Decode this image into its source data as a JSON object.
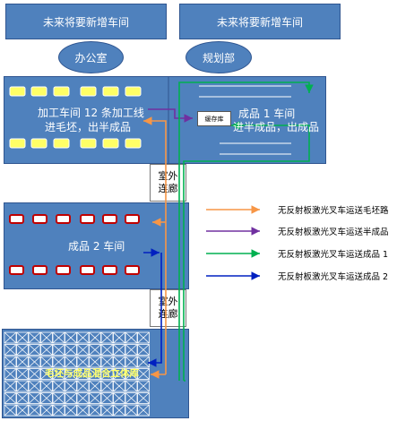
{
  "top": {
    "future_left": "未来将要新增车间",
    "future_right": "未来将要新增车间",
    "office": "办公室",
    "planning": "规划部"
  },
  "workshop1": {
    "line1": "加工车间 12 条加工线",
    "line2": "进毛坯，出半成品",
    "product_line1": "成品 1 车间",
    "product_line2": "进半成品，出成品",
    "storage": "缓存库"
  },
  "corridor1": {
    "line1": "室外",
    "line2": "连廊"
  },
  "workshop2": {
    "label": "成品 2 车间"
  },
  "corridor2": {
    "line1": "室外",
    "line2": "连廊"
  },
  "warehouse": {
    "label": "毛坯与成品混合立体库"
  },
  "legend": [
    {
      "text": "无反射板激光叉车运送毛坯路",
      "color": "#f79646"
    },
    {
      "text": "无反射板激光叉车运送半成品",
      "color": "#7030a0"
    },
    {
      "text": "无反射板激光叉车运送成品 1",
      "color": "#00b050"
    },
    {
      "text": "无反射板激光叉车运送成品 2",
      "color": "#0020c0"
    }
  ]
}
